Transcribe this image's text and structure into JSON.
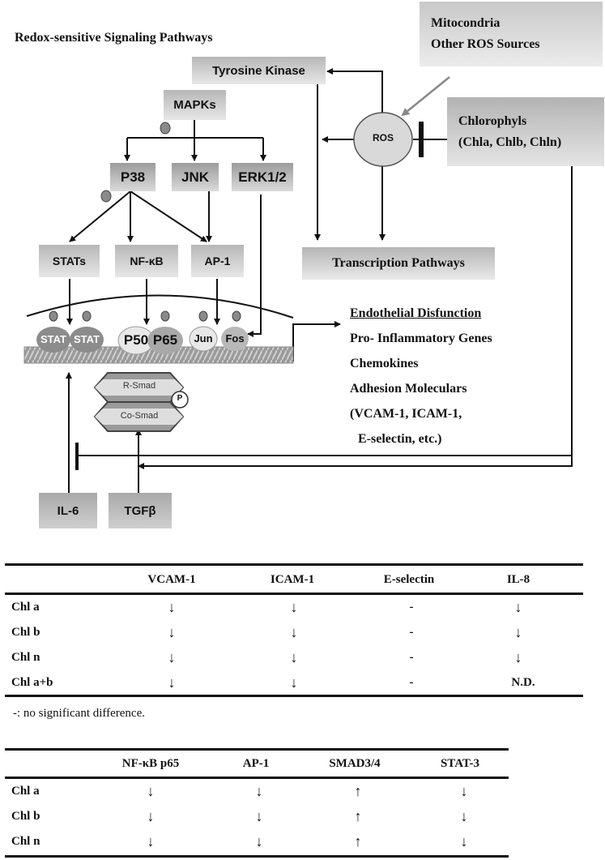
{
  "diagram": {
    "title": "Redox-sensitive Signaling Pathways",
    "ros_sources": [
      "Mitocondria",
      "Other ROS Sources"
    ],
    "tyrosine_kinase": "Tyrosine Kinase",
    "ros": "ROS",
    "chlorophyls": [
      "Chlorophyls",
      "(Chla, Chlb, Chln)"
    ],
    "mapks": "MAPKs",
    "p38": "P38",
    "jnk": "JNK",
    "erk": "ERK1/2",
    "transcription": "Transcription Pathways",
    "stats": "STATs",
    "nfkb": "NF-κB",
    "ap1": "AP-1",
    "stat1": "STAT",
    "stat2": "STAT",
    "p50": "P50",
    "p65": "P65",
    "jun": "Jun",
    "fos": "Fos",
    "rsmad": "R-Smad",
    "cosmad": "Co-Smad",
    "p_label": "P",
    "il6": "IL-6",
    "tgfb": "TGFβ",
    "effects": [
      "Endothelial Disfunction",
      "Pro- Inflammatory Genes",
      "Chemokines",
      "Adhesion Moleculars",
      "(VCAM-1, ICAM-1,",
      "E-selectin, etc.)"
    ]
  },
  "table1": {
    "headers": [
      "",
      "VCAM-1",
      "ICAM-1",
      "E-selectin",
      "IL-8"
    ],
    "rows": [
      {
        "label": "Chl a",
        "cells": [
          "↓",
          "↓",
          "-",
          "↓"
        ]
      },
      {
        "label": "Chl b",
        "cells": [
          "↓",
          "↓",
          "-",
          "↓"
        ]
      },
      {
        "label": "Chl n",
        "cells": [
          "↓",
          "↓",
          "-",
          "↓"
        ]
      },
      {
        "label": "Chl a+b",
        "cells": [
          "↓",
          "↓",
          "-",
          "N.D."
        ]
      }
    ],
    "note": "-: no significant difference."
  },
  "table2": {
    "headers": [
      "",
      "NF-κB p65",
      "AP-1",
      "SMAD3/4",
      "STAT-3"
    ],
    "rows": [
      {
        "label": "Chl a",
        "cells": [
          "↓",
          "↓",
          "↑",
          "↓"
        ]
      },
      {
        "label": "Chl b",
        "cells": [
          "↓",
          "↓",
          "↑",
          "↓"
        ]
      },
      {
        "label": "Chl n",
        "cells": [
          "↓",
          "↓",
          "↑",
          "↓"
        ]
      }
    ]
  }
}
